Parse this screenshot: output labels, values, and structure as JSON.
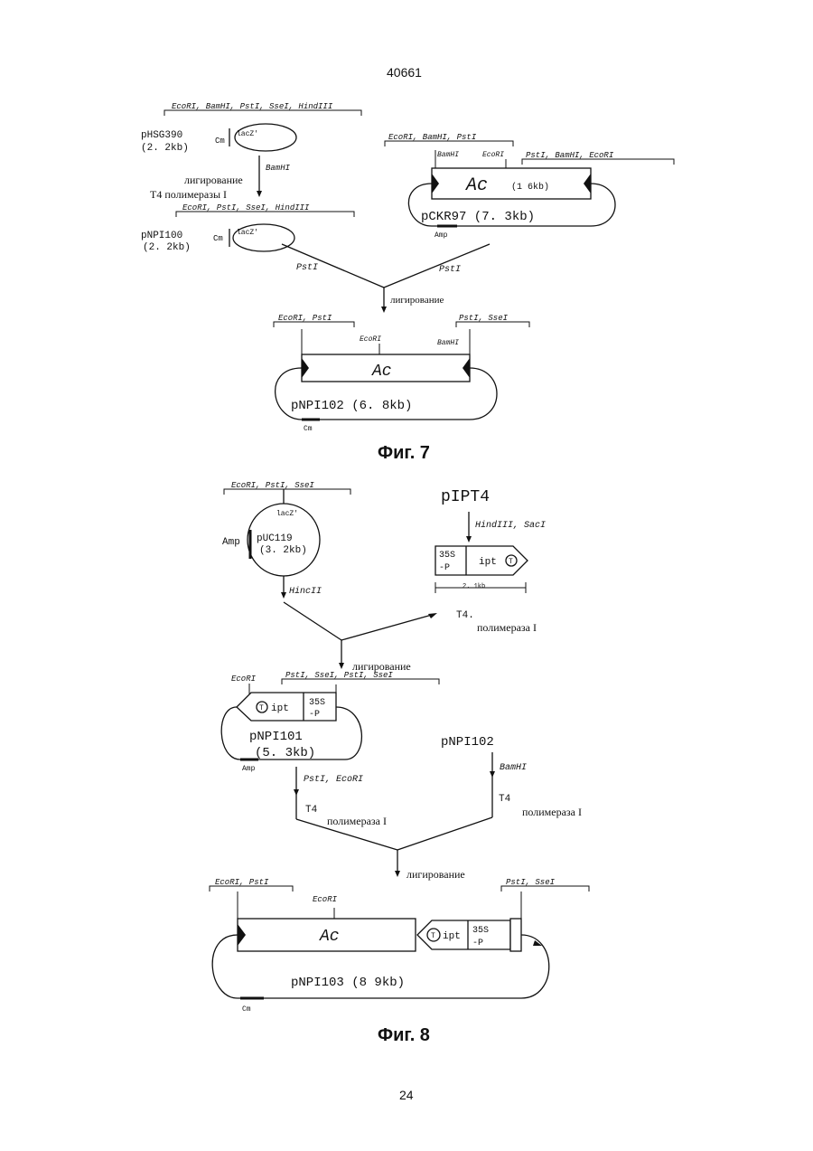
{
  "page": {
    "doc_number": "40661",
    "page_number": "24"
  },
  "fig7": {
    "caption": "Фиг. 7",
    "phsg": {
      "sites": "EcoRI, BamHI, PstI, SseI, HindIII",
      "name": "pHSG390",
      "size": "(2. 2kb)",
      "marker": "Cm",
      "gene": "lacZ'"
    },
    "step1": {
      "enzyme": "BamHI",
      "ligation": "лигирование",
      "polymerase": "T4 полимеразы I"
    },
    "pnpi1100": {
      "sites": "EcoRI, PstI, SseI, HindIII",
      "name": "pNPI100",
      "size": "(2. 2kb)",
      "marker": "Cm",
      "gene": "lacZ'"
    },
    "pckr97": {
      "sites_top": "EcoRI, BamHI, PstI",
      "site_bamhi": "BamHI",
      "site_ecori": "EcoRI",
      "sites_right": "PstI, BamHI, EcoRI",
      "insert": "Ac",
      "insert_size": "(1 6kb)",
      "name": "pCKR97 (7. 3kb)",
      "marker": "Amp"
    },
    "merge": {
      "left": "PstI",
      "right": "PstI",
      "ligation": "лигирование"
    },
    "pnpi102": {
      "sites_left": "EcoRI, PstI",
      "site_ecori": "EcoRI",
      "site_bamhi": "BamHI",
      "sites_right": "PstI, SseI",
      "insert": "Ac",
      "name": "pNPI102 (6. 8kb)",
      "marker": "Cm"
    }
  },
  "fig8": {
    "caption": "Фиг. 8",
    "puc": {
      "sites": "EcoRI, PstI, SseI",
      "gene": "lacZ'",
      "marker": "Amp",
      "name": "pUC119",
      "size": "(3. 2kb)",
      "enzyme": "HincII"
    },
    "pipt4": {
      "name": "pIPT4",
      "enzymes": "HindIII, SacI",
      "promoter": "35S",
      "promoter2": "-P",
      "gene": "ipt",
      "terminator": "T",
      "length": "2. 1kb",
      "polymerase_a": "T4.",
      "polymerase_b": "полимераза I"
    },
    "lig1": "лигирование",
    "pnpi101": {
      "site_left": "EcoRI",
      "sites_right": "PstI, SseI, PstI, SseI",
      "terminator": "T",
      "gene": "ipt",
      "promoter": "35S",
      "promoter2": "-P",
      "name": "pNPI101",
      "size": "(5. 3kb)",
      "marker": "Amp",
      "enzymes": "PstI, EcoRI",
      "polymerase_a": "T4",
      "polymerase_b": "полимераза I"
    },
    "pnpi102": {
      "name": "pNPI102",
      "enzyme": "BamHI",
      "polymerase_a": "T4",
      "polymerase_b": "полимераза I"
    },
    "lig2": "лигирование",
    "pnpi103": {
      "sites_left": "EcoRI, PstI",
      "site_ecori": "EcoRI",
      "sites_right": "PstI, SseI",
      "insert": "Ac",
      "terminator": "T",
      "gene": "ipt",
      "promoter": "35S",
      "promoter2": "-P",
      "name": "pNPI103 (8 9kb)",
      "marker": "Cm"
    }
  }
}
